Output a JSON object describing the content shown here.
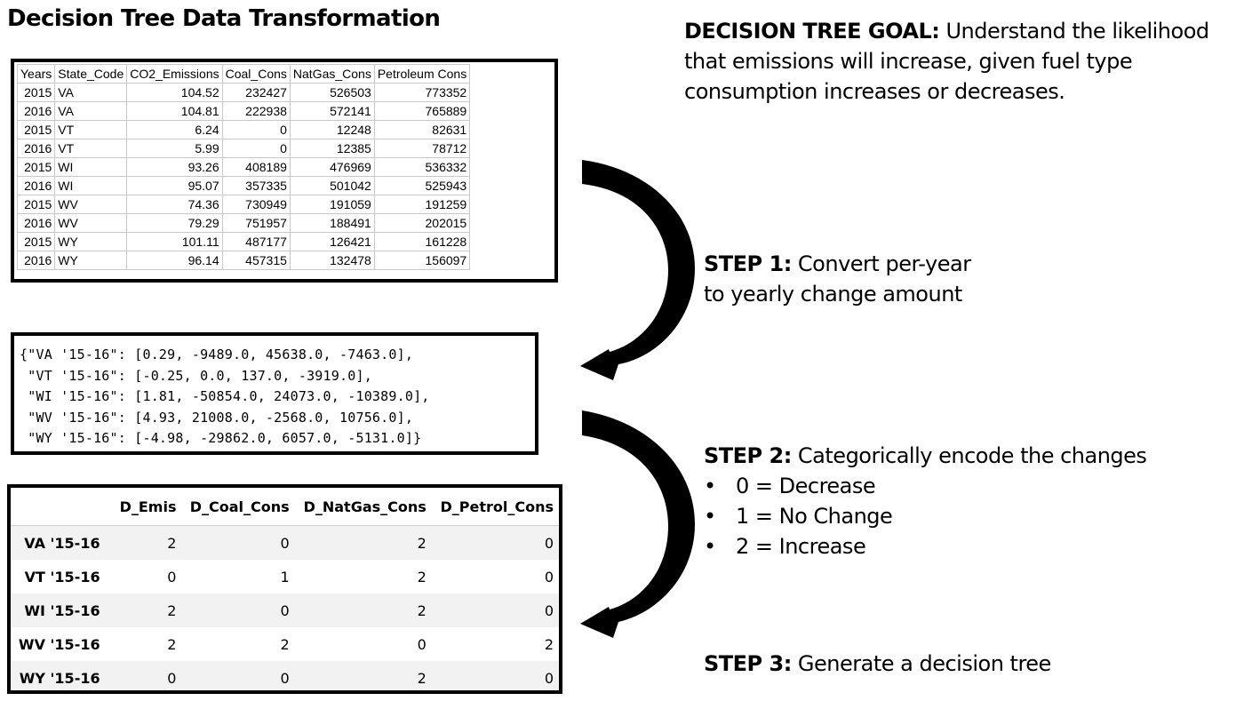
{
  "page_title": "Decision Tree Data Transformation",
  "goal": {
    "label": "DECISION TREE GOAL:",
    "text": " Understand the likelihood that emissions will increase, given fuel type consumption increases or decreases."
  },
  "step1": {
    "label": "STEP 1:",
    "line1": " Convert per-year",
    "line2": "to yearly change amount"
  },
  "step2": {
    "label": "STEP 2:",
    "text": " Categorically encode the changes",
    "bullets": [
      "0 = Decrease",
      "1 = No Change",
      "2 = Increase"
    ]
  },
  "step3": {
    "label": "STEP 3:",
    "text": " Generate a decision tree"
  },
  "sheet": {
    "headers": [
      "Years",
      "State_Code",
      "CO2_Emissions",
      "Coal_Cons",
      "NatGas_Cons",
      "Petroleum Cons"
    ],
    "rows": [
      [
        "2015",
        "VA",
        "104.52",
        "232427",
        "526503",
        "773352"
      ],
      [
        "2016",
        "VA",
        "104.81",
        "222938",
        "572141",
        "765889"
      ],
      [
        "2015",
        "VT",
        "6.24",
        "0",
        "12248",
        "82631"
      ],
      [
        "2016",
        "VT",
        "5.99",
        "0",
        "12385",
        "78712"
      ],
      [
        "2015",
        "WI",
        "93.26",
        "408189",
        "476969",
        "536332"
      ],
      [
        "2016",
        "WI",
        "95.07",
        "357335",
        "501042",
        "525943"
      ],
      [
        "2015",
        "WV",
        "74.36",
        "730949",
        "191059",
        "191259"
      ],
      [
        "2016",
        "WV",
        "79.29",
        "751957",
        "188491",
        "202015"
      ],
      [
        "2015",
        "WY",
        "101.11",
        "487177",
        "126421",
        "161228"
      ],
      [
        "2016",
        "WY",
        "96.14",
        "457315",
        "132478",
        "156097"
      ]
    ]
  },
  "code_lines": [
    "{\"VA '15-16\": [0.29, -9489.0, 45638.0, -7463.0],",
    " \"VT '15-16\": [-0.25, 0.0, 137.0, -3919.0],",
    " \"WI '15-16\": [1.81, -50854.0, 24073.0, -10389.0],",
    " \"WV '15-16\": [4.93, 21008.0, -2568.0, 10756.0],",
    " \"WY '15-16\": [-4.98, -29862.0, 6057.0, -5131.0]}"
  ],
  "encoded": {
    "headers": [
      "",
      "D_Emis",
      "D_Coal_Cons",
      "D_NatGas_Cons",
      "D_Petrol_Cons"
    ],
    "rows": [
      [
        "VA '15-16",
        "2",
        "0",
        "2",
        "0"
      ],
      [
        "VT '15-16",
        "0",
        "1",
        "2",
        "0"
      ],
      [
        "WI '15-16",
        "2",
        "0",
        "2",
        "0"
      ],
      [
        "WV '15-16",
        "2",
        "2",
        "0",
        "2"
      ],
      [
        "WY '15-16",
        "0",
        "0",
        "2",
        "0"
      ]
    ]
  }
}
